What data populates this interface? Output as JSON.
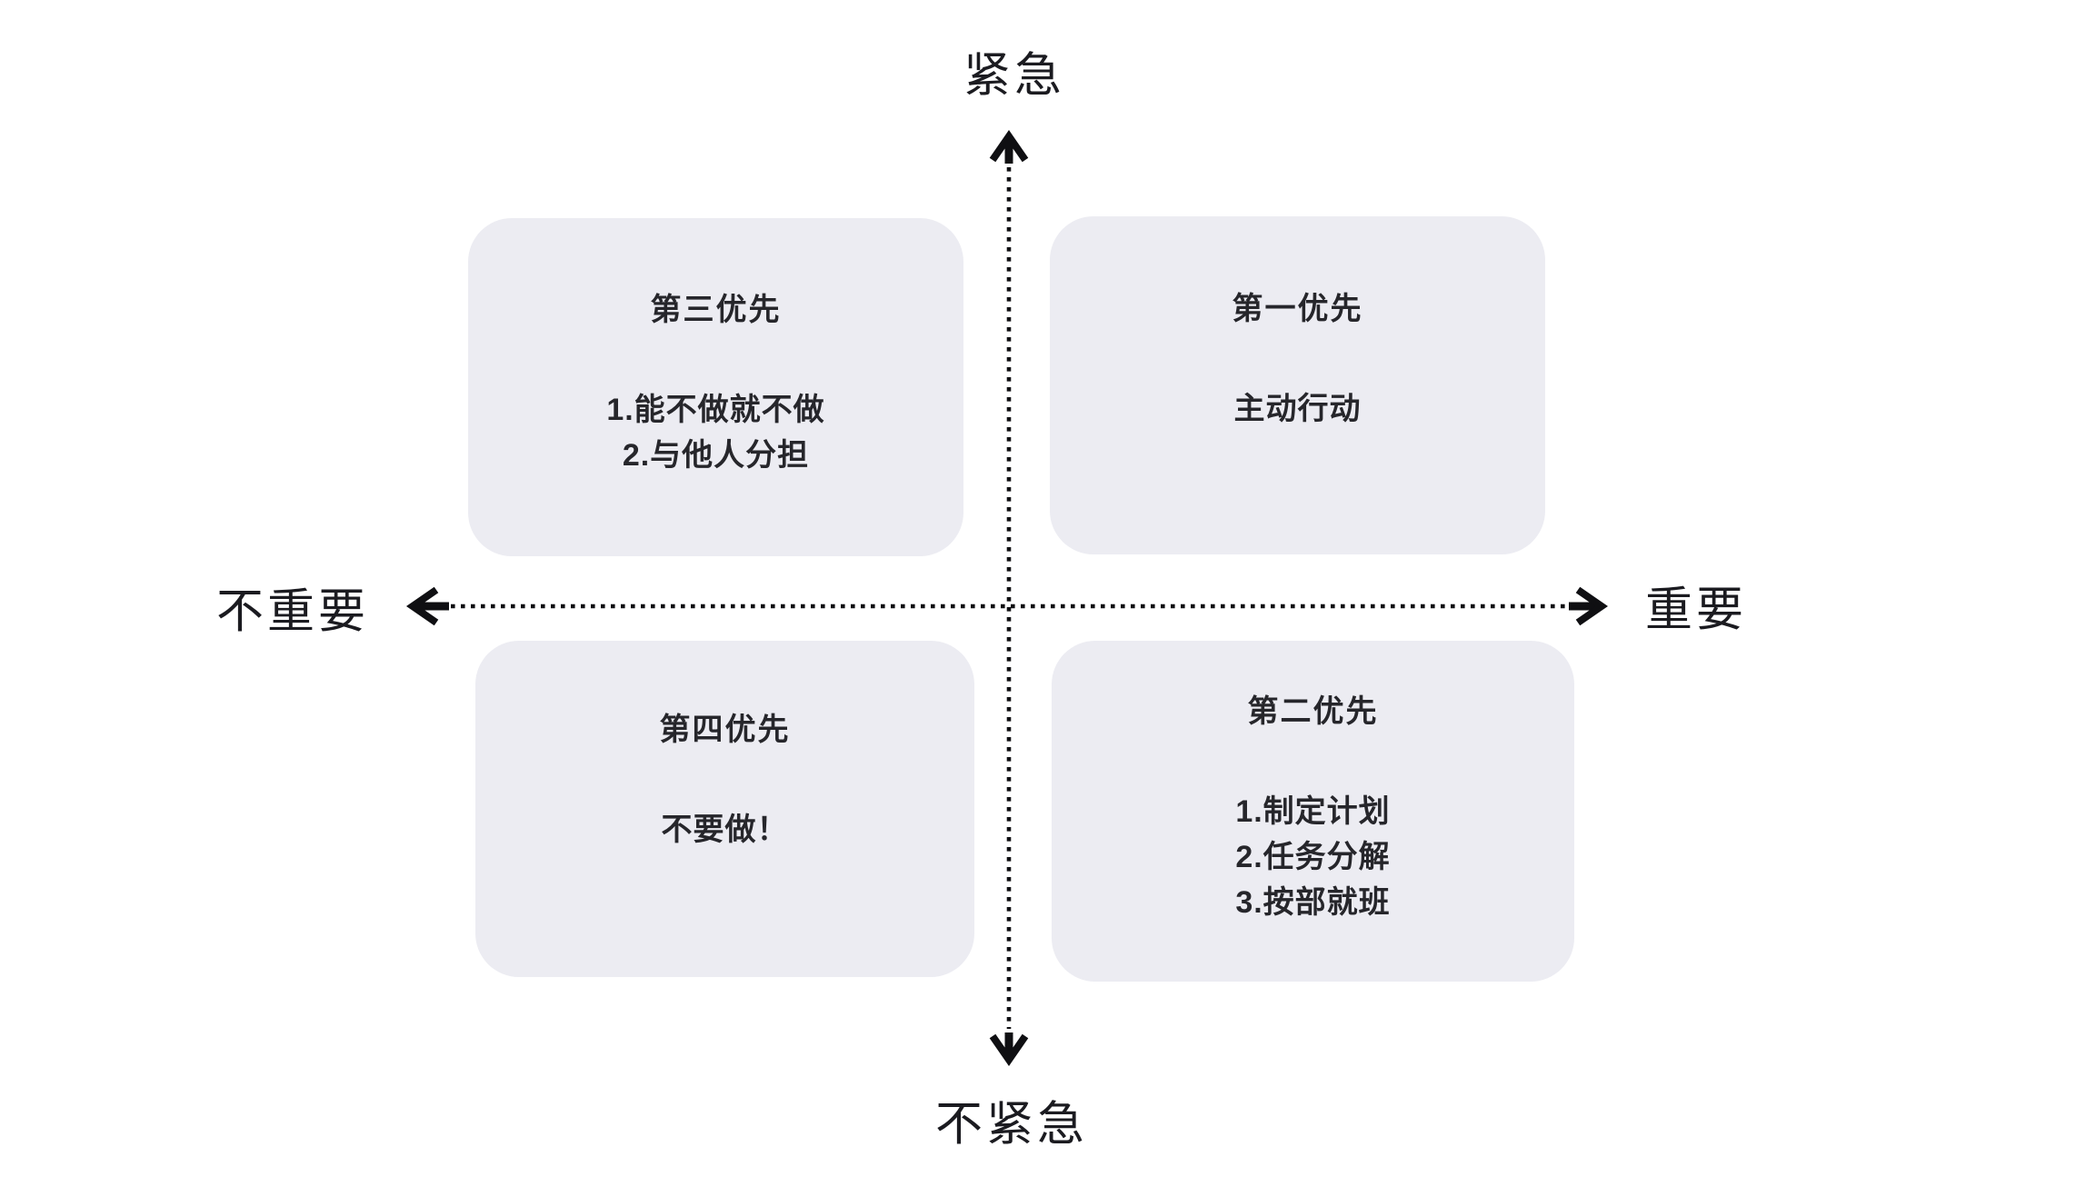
{
  "diagram": {
    "type": "quadrant-matrix",
    "axes": {
      "top_label": "紧急",
      "bottom_label": "不紧急",
      "left_label": "不重要",
      "right_label": "重要"
    },
    "quadrants": {
      "top_left": {
        "title": "第三优先",
        "items": [
          "1.能不做就不做",
          "2.与他人分担"
        ]
      },
      "top_right": {
        "title": "第一优先",
        "items": [
          "主动行动"
        ]
      },
      "bottom_left": {
        "title": "第四优先",
        "items": [
          "不要做！"
        ]
      },
      "bottom_right": {
        "title": "第二优先",
        "items": [
          "1.制定计划",
          "2.任务分解",
          "3.按部就班"
        ]
      }
    },
    "colors": {
      "background": "#FFFFFF",
      "quadrant_fill": "#ECECF2",
      "quadrant_text": "#26262B",
      "axis_line": "#0F0F12",
      "axis_label_text": "#1B1B20"
    }
  }
}
